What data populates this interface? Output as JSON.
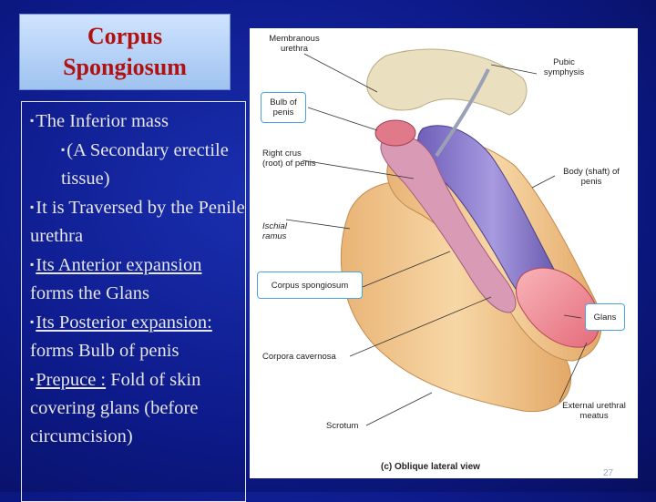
{
  "title": {
    "line1": "Corpus",
    "line2": "Spongiosum"
  },
  "bullets": [
    {
      "text": "The Inferior mass"
    },
    {
      "text": "(A Secondary erectile tissue)"
    },
    {
      "text": "It is Traversed by the Penile urethra"
    },
    {
      "underlined": "Its Anterior expansion ",
      "rest": "forms the Glans"
    },
    {
      "underlined": "Its Posterior expansion: ",
      "rest": "forms Bulb of penis"
    },
    {
      "underlined": "Prepuce :",
      "rest": " Fold of skin covering glans (before circumcision)"
    }
  ],
  "figure": {
    "labels": {
      "membranous_urethra": "Membranous urethra",
      "pubic_symphysis": "Pubic symphysis",
      "bulb_of_penis": "Bulb of penis",
      "right_crus": "Right crus (root) of penis",
      "body_shaft": "Body (shaft) of penis",
      "ischial_ramus": "Ischial ramus",
      "corpus_spongiosum": "Corpus spongiosum",
      "glans": "Glans",
      "corpora_cavernosa": "Corpora cavernosa",
      "external_urethral_meatus": "External urethral meatus",
      "scrotum": "Scrotum"
    },
    "caption": "(c) Oblique lateral view"
  },
  "slide_number": "27",
  "colors": {
    "background": "#0d1a8a",
    "title_text": "#b01212",
    "title_box": "#b9d4f7",
    "body_text": "#e6e6e6",
    "callout_border": "#4aa3df"
  }
}
